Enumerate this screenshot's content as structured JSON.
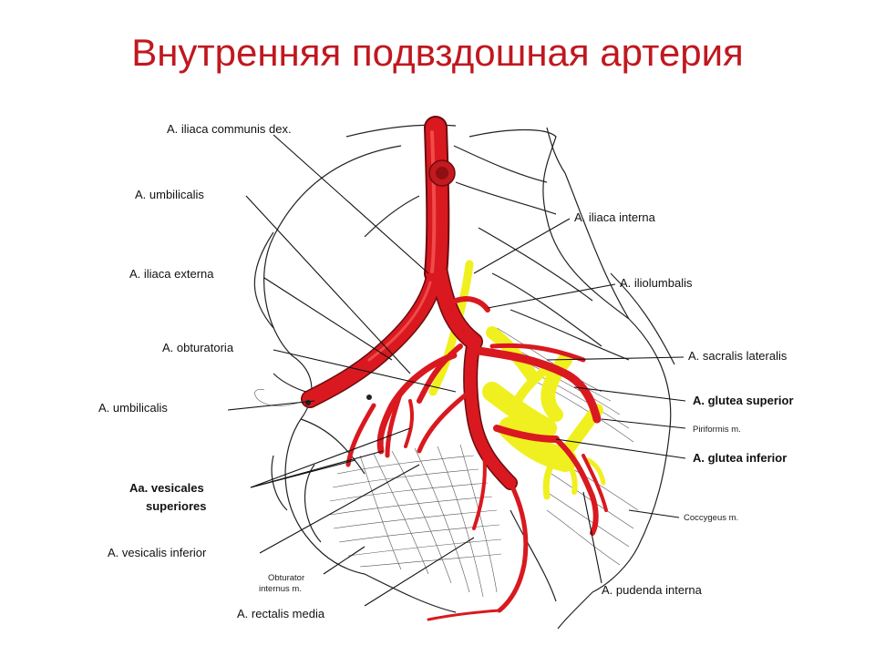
{
  "title": "Внутренняя подвздошная артерия",
  "colors": {
    "title": "#c0181f",
    "artery": "#d9191f",
    "artery_dark": "#8f0f13",
    "nerve": "#f0f020"
  },
  "labels": {
    "iliaca_communis": "A. iliaca communis dex.",
    "umbilicalis_top": "A. umbilicalis",
    "iliaca_externa": "A. iliaca externa",
    "obturatoria": "A. obturatoria",
    "umbilicalis_bottom": "A. umbilicalis",
    "vesicales_1": "Aa. vesicales",
    "vesicales_2": "superiores",
    "vesicalis_inferior": "A. vesicalis  inferior",
    "obturator_1": "Obturator",
    "obturator_2": "internus m.",
    "rectalis_media": "A. rectalis  media",
    "iliaca_interna": "A. iliaca interna",
    "iliolumbalis": "A.  iliolumbalis",
    "sacralis_lateralis": "A. sacralis lateralis",
    "glutea_superior": "A. glutea superior",
    "piriformis": "Piriformis m.",
    "glutea_inferior": "A. glutea  inferior",
    "coccygeus": "Coccygeus m.",
    "pudenda_interna": "A. pudenda interna"
  }
}
